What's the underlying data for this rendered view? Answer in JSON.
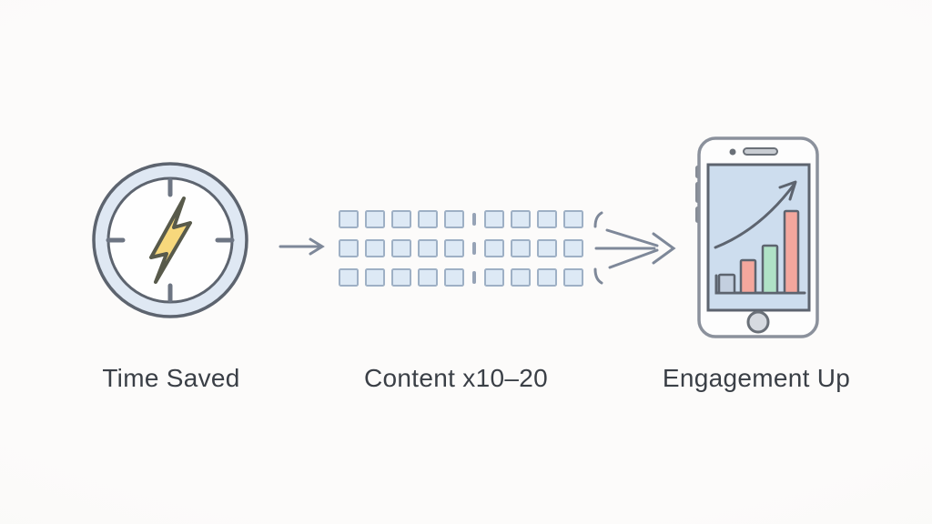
{
  "labels": {
    "step1": "Time Saved",
    "step2": "Content x10–20",
    "step3": "Engagement Up"
  },
  "content_grid": {
    "rows": 3,
    "left_cols": 5,
    "right_cols": 4
  },
  "phone_chart": {
    "trend": "up",
    "bars": [
      {
        "height": 20,
        "color": "bar_gray"
      },
      {
        "height": 36,
        "color": "bar_salmon"
      },
      {
        "height": 52,
        "color": "bar_green"
      },
      {
        "height": 90,
        "color": "bar_salmon"
      }
    ]
  },
  "icons": {
    "clock": "stopwatch-lightning-icon",
    "flow_arrow": "right-arrow-icon",
    "merge_arrow": "converge-arrow-icon",
    "phone": "phone-growth-chart-icon"
  },
  "colors": {
    "background": "#fbfaf9",
    "outline": "#5d646f",
    "label_text": "#3a3f46",
    "clock_ring": "#dfe8f3",
    "clock_tick": "#6d7583",
    "bolt_fill": "#f7d87c",
    "bolt_outline": "#585a4b",
    "square_fill": "#dde9f5",
    "square_border": "#9eb0c5",
    "dash": "#96a3b6",
    "arrow": "#7e8899",
    "phone_border": "#8b919c",
    "screen_fill": "#cdddee",
    "bar_gray": "#c3cfdf",
    "bar_salmon": "#f4a79d",
    "bar_green": "#b0e2c6",
    "home_fill": "#d6dae0"
  }
}
